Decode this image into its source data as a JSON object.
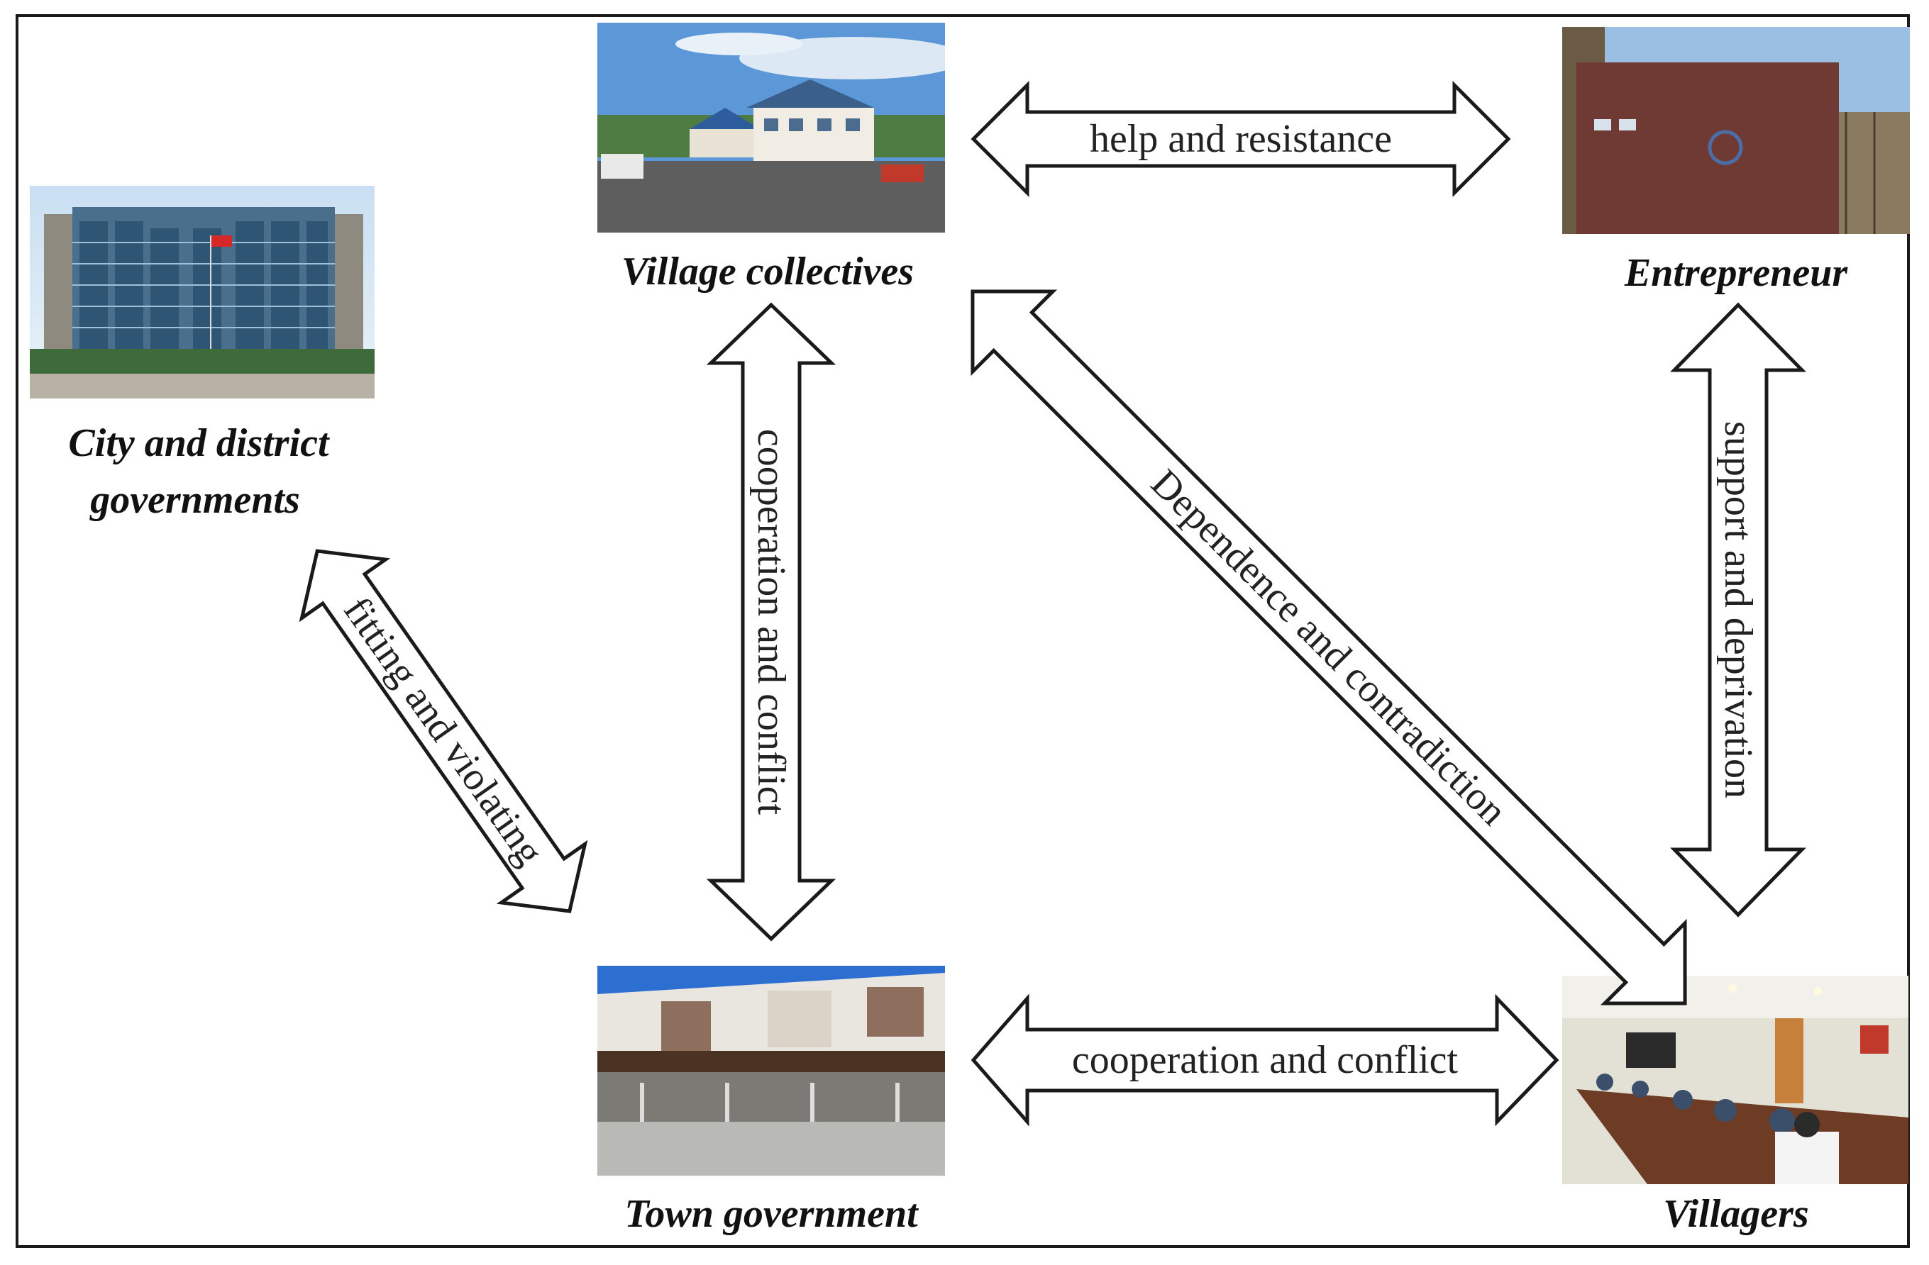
{
  "nodes": {
    "city": {
      "label_line1": "City and district",
      "label_line2": "governments",
      "image": "government-building-photo"
    },
    "village": {
      "label": "Village collectives",
      "image": "village-office-photo"
    },
    "entrepreneur": {
      "label": "Entrepreneur",
      "image": "company-sign-photo"
    },
    "town": {
      "label": "Town government",
      "image": "town-office-photo"
    },
    "villagers": {
      "label": "Villagers",
      "image": "meeting-room-photo"
    }
  },
  "relations": {
    "village_entrepreneur": "help and resistance",
    "village_town": "cooperation and conflict",
    "village_villagers": "Dependence and contradiction",
    "entrepreneur_villagers": "support and deprivation",
    "city_town": "fitting and violating",
    "town_villagers": "cooperation and conflict"
  },
  "colors": {
    "border": "#1a1a1a",
    "arrow_fill": "#ffffff",
    "text": "#111111"
  }
}
